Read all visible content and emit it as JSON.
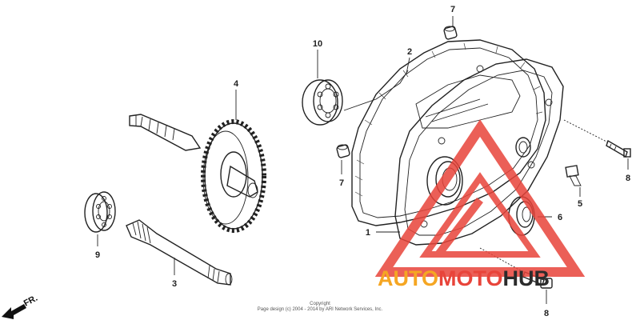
{
  "callouts": {
    "c1": "1",
    "c2": "2",
    "c3": "3",
    "c4": "4",
    "c5": "5",
    "c6": "6",
    "c7a": "7",
    "c7b": "7",
    "c8a": "8",
    "c8b": "8",
    "c9": "9",
    "c10": "10"
  },
  "copyright": {
    "line1": "Copyright",
    "line2": "Page design (c) 2004 - 2014 by ARI Network Services, Inc."
  },
  "direction_label": "FR.",
  "watermark": {
    "part1": "AUTO",
    "part2": "MOTO",
    "part3": "HUB",
    "color_orange": "#f5a623",
    "color_red": "#e8443a",
    "color_dark": "#2b2b2b"
  }
}
